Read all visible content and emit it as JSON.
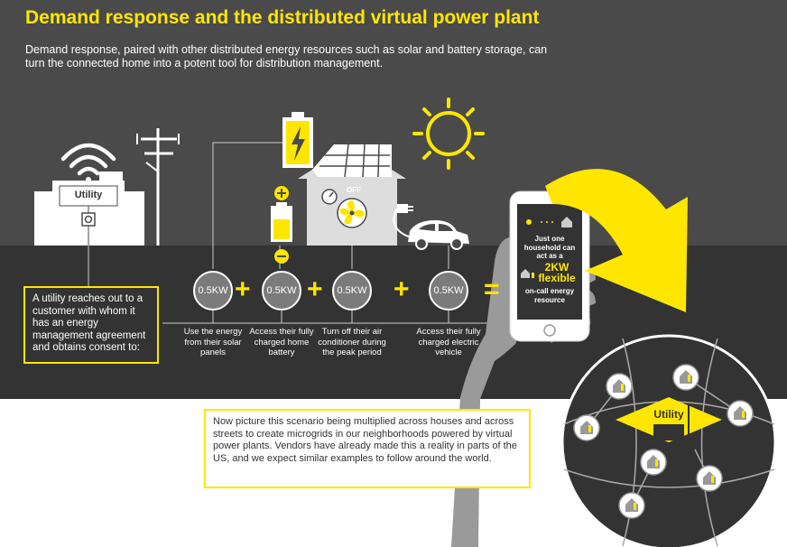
{
  "title": "Demand response and the distributed virtual power plant",
  "subtitle": "Demand response, paired with other distributed energy resources such as solar and battery storage, can turn the connected home into a potent tool for distribution management.",
  "colors": {
    "accent": "#ffe600",
    "dark_bg": "#333333",
    "mid_bg": "#4a4a4a",
    "circle": "#7b7b7b"
  },
  "utility_sign": "Utility",
  "off_label": "OFF",
  "consent_text": "A utility reaches out to a customer with whom it has an energy management agreement and obtains consent to:",
  "steps": [
    {
      "value": "0.5KW",
      "desc": "Use the energy from their solar panels"
    },
    {
      "value": "0.5KW",
      "desc": "Access their fully charged home battery"
    },
    {
      "value": "0.5KW",
      "desc": "Turn off their air conditioner during the peak period"
    },
    {
      "value": "0.5KW",
      "desc": "Access their fully charged electric vehicle"
    }
  ],
  "operators": {
    "plus": "+",
    "equals": "="
  },
  "phone": {
    "line1": "Just one household can act as a",
    "highlight_1": "2KW",
    "highlight_2": "flexible",
    "line2": "on-call energy resource"
  },
  "scenario_text": "Now picture this scenario being multiplied across houses and across streets to create microgrids in our neighborhoods powered by virtual power plants. Vendors have already made this a reality in parts of the US, and we expect similar examples to follow around the world.",
  "microgrid_label": "Utility",
  "icons": [
    "wifi-icon",
    "power-pole-icon",
    "battery-icon",
    "sun-icon",
    "solar-panel-icon",
    "fan-icon",
    "gauge-icon",
    "plug-icon",
    "car-icon",
    "hand-icon",
    "phone-icon",
    "arrow-icon",
    "house-icon",
    "battery-plus-icon",
    "battery-minus-icon"
  ]
}
